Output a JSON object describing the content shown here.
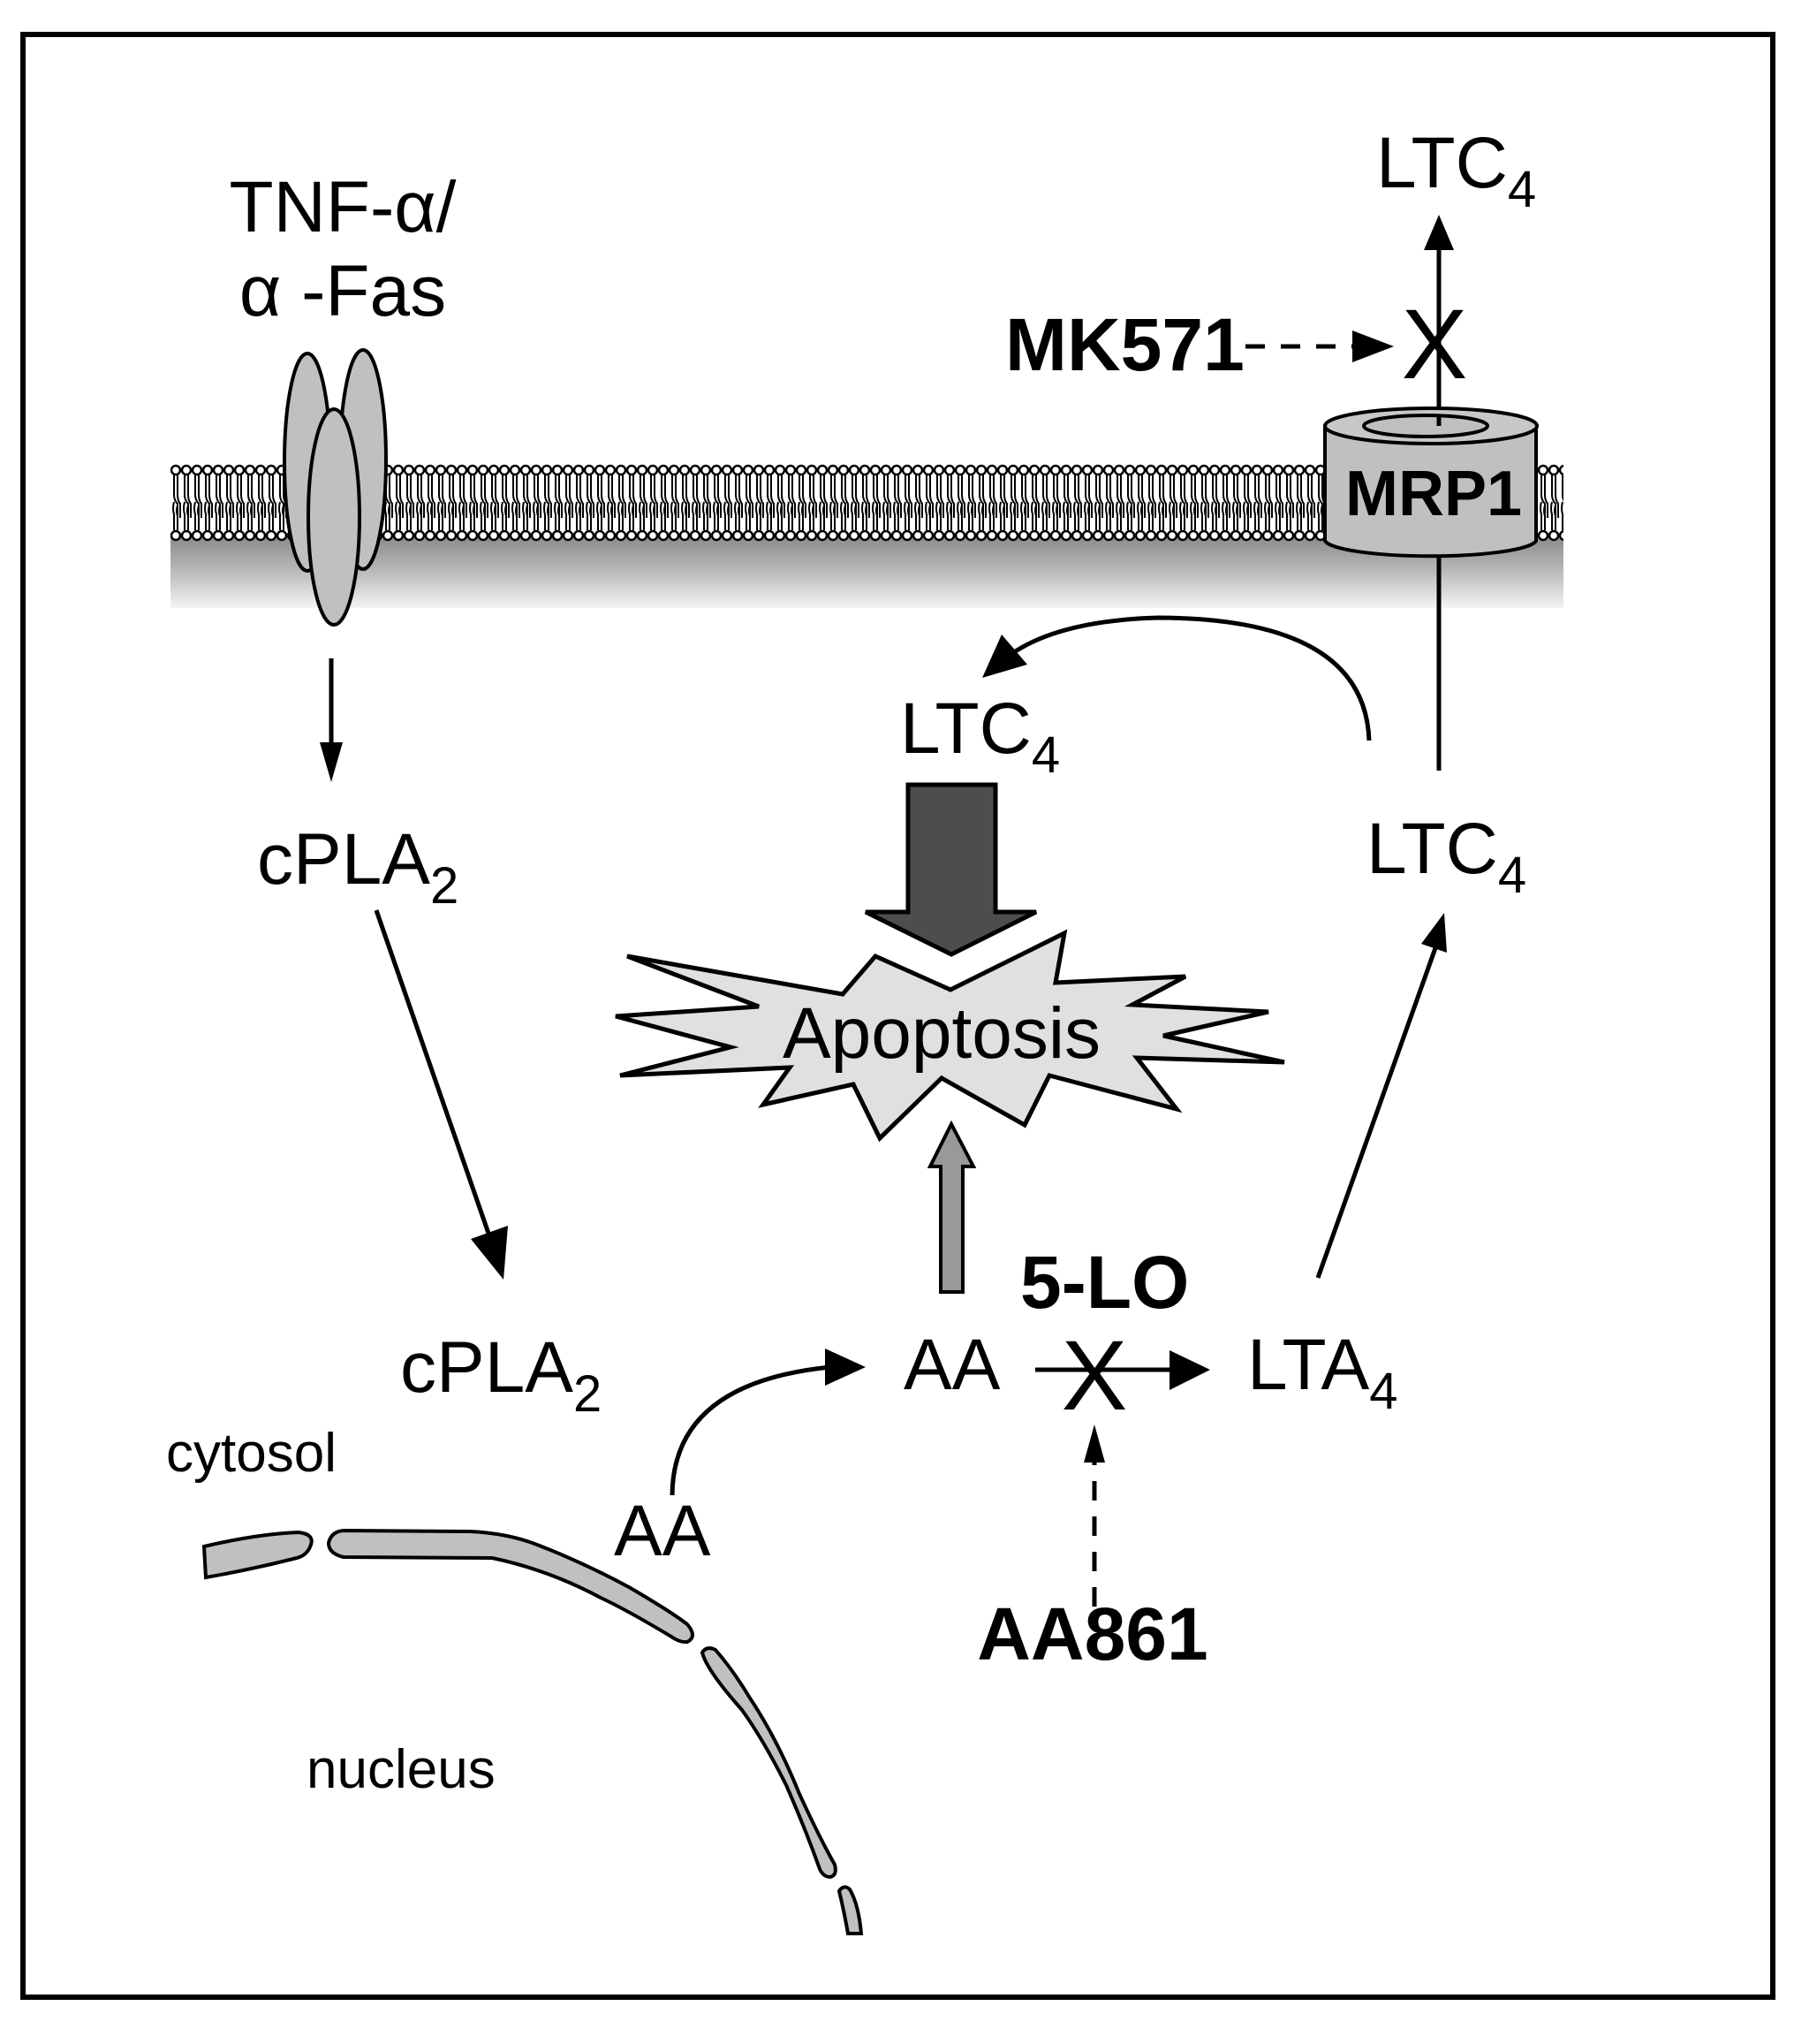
{
  "figure": {
    "type": "signaling-pathway-diagram",
    "colors": {
      "background": "#ffffff",
      "outline": "#000000",
      "protein_fill": "#c0c0c0",
      "apoptosis_fill": "#e0e0e0",
      "strong_arrow_fill": "#4d4d4d",
      "weak_arrow_fill": "#999999",
      "membrane_gradient_top": "#8a8a8a",
      "membrane_gradient_bottom": "#f2f2f2"
    }
  },
  "labels": {
    "stimulus_line1": "TNF-α/",
    "stimulus_line2": "α -Fas",
    "cpla2_upper": {
      "main": "cPLA",
      "sub": "2"
    },
    "cpla2_lower": {
      "main": "cPLA",
      "sub": "2"
    },
    "cytosol": "cytosol",
    "nucleus": "nucleus",
    "aa_released": "AA",
    "aa_substrate": "AA",
    "enzyme_5lo": "5-LO",
    "inhibitor_aa861": "AA861",
    "lta4": {
      "main": "LTA",
      "sub": "4"
    },
    "ltc4_intracellular": {
      "main": "LTC",
      "sub": "4"
    },
    "ltc4_feedback": {
      "main": "LTC",
      "sub": "4"
    },
    "ltc4_extracellular": {
      "main": "LTC",
      "sub": "4"
    },
    "apoptosis": "Apoptosis",
    "transporter": "MRP1",
    "inhibitor_mk571": "MK571",
    "block_mark": "X"
  },
  "edges": [
    {
      "from": "TNF-α/α-Fas receptor",
      "to": "cPLA2",
      "style": "solid"
    },
    {
      "from": "cPLA2",
      "to": "cPLA2 (translocated)",
      "style": "solid"
    },
    {
      "from": "AA (nucleus)",
      "to": "AA",
      "style": "solid-curved"
    },
    {
      "from": "AA",
      "to": "LTA4",
      "style": "solid",
      "blocked_by": "5-LO inhibition"
    },
    {
      "from": "AA861",
      "to": "5-LO",
      "style": "dashed"
    },
    {
      "from": "AA",
      "to": "Apoptosis",
      "style": "thin-block-arrow"
    },
    {
      "from": "LTA4",
      "to": "LTC4",
      "style": "solid"
    },
    {
      "from": "LTC4",
      "to": "LTC4 (feedback)",
      "style": "solid-curved"
    },
    {
      "from": "LTC4 (feedback)",
      "to": "Apoptosis",
      "style": "thick-block-arrow"
    },
    {
      "from": "LTC4",
      "to": "LTC4 (extracellular) via MRP1",
      "style": "solid",
      "blocked_by": "MK571"
    },
    {
      "from": "MK571",
      "to": "MRP1 export",
      "style": "dashed"
    }
  ]
}
